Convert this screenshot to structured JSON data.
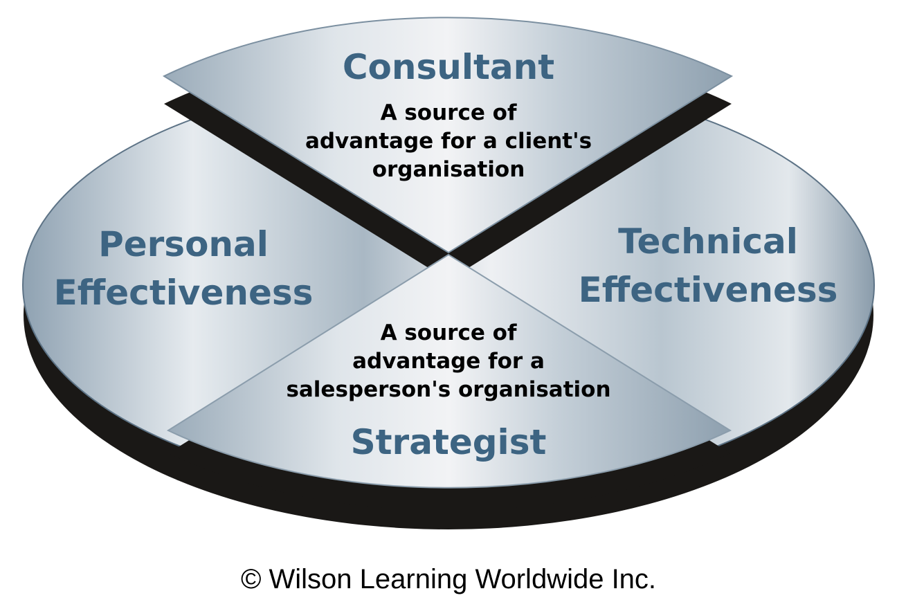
{
  "quadrants": {
    "top": {
      "title": "Consultant",
      "lines": [
        "A source of",
        "advantage for a client's",
        "organisation"
      ]
    },
    "left": {
      "lines": [
        "Personal",
        "Effectiveness"
      ]
    },
    "right": {
      "lines": [
        "Technical",
        "Effectiveness"
      ]
    },
    "bottom": {
      "title": "Strategist",
      "lines": [
        "A source of",
        "advantage for a",
        "salesperson's organisation"
      ]
    }
  },
  "copyright": "© Wilson Learning Worldwide Inc.",
  "colors": {
    "title": "#3d6482",
    "base": "#1a1816"
  }
}
